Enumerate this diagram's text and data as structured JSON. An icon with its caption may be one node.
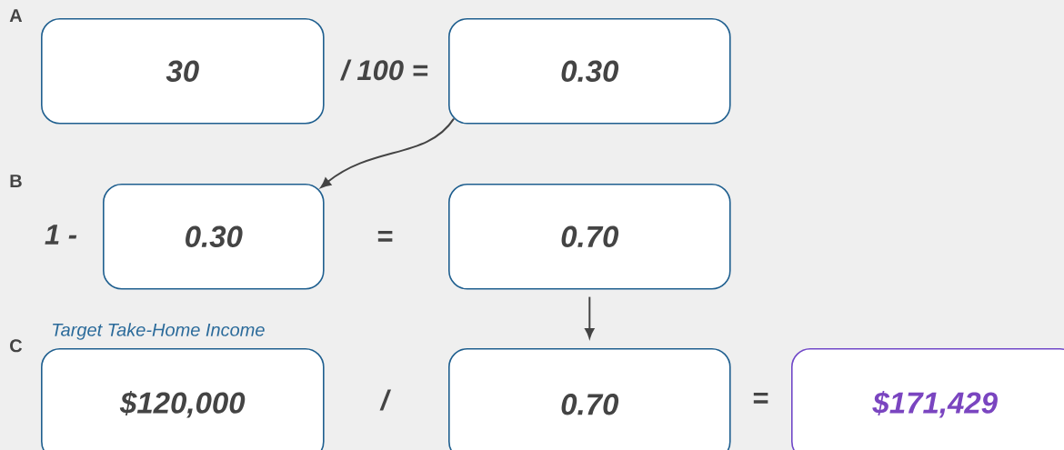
{
  "diagram": {
    "nodes": [
      {
        "text": [
          "30"
        ]
      },
      {
        "text": [
          "0.30"
        ]
      },
      {
        "text": [
          "0.30"
        ]
      },
      {
        "text": [
          "0.70"
        ]
      },
      {
        "text": [
          "$120,000"
        ],
        "beside": [
          "Target Take-Home Income"
        ]
      },
      {
        "text": [
          "0.70"
        ]
      },
      {
        "text": [
          "$171,429"
        ]
      }
    ],
    "edges": [
      {
        "from": 1,
        "to": 2,
        "arrow": "to"
      },
      {
        "from": 3,
        "to": 5,
        "arrow": "to"
      }
    ],
    "labels": [
      "A",
      "/ 100 =",
      "B",
      "1 -",
      "=",
      "C",
      "/",
      "="
    ]
  }
}
